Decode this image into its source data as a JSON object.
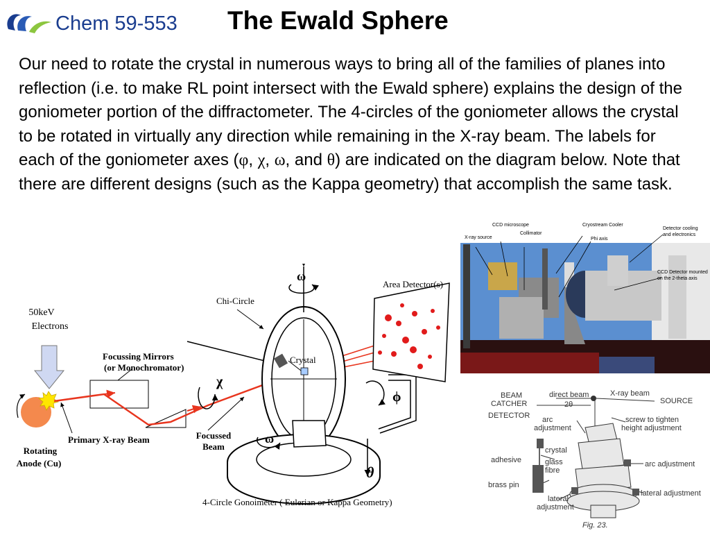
{
  "header": {
    "course": "Chem 59-553",
    "title": "The Ewald Sphere"
  },
  "body": {
    "part1": "Our need to rotate the crystal in numerous ways to bring all of the families of planes into reflection (i.e. to make RL point intersect with the Ewald sphere) explains the design of the goniometer portion of the diffractometer.  The 4-circles of the goniometer allows the crystal to be rotated in virtually any direction while remaining in the X-ray beam.  The labels for each of the goniometer axes (",
    "phi": "φ",
    "sep1": ", ",
    "chi": "χ",
    "sep2": ", ",
    "omega": "ω",
    "sep3": ", and ",
    "theta": "θ",
    "part2": ") are indicated on the diagram below.  Note that there are different designs (such as the Kappa geometry) that accomplish the same task."
  },
  "goniometer_diagram": {
    "electrons": [
      "50keV",
      "Electrons"
    ],
    "anode": [
      "Rotating",
      "Anode (Cu)"
    ],
    "primary_beam": "Primary X-ray Beam",
    "mirrors": [
      "Focussing Mirrors",
      "(or Monochromator)"
    ],
    "focussed_beam": [
      "Focussed",
      "Beam"
    ],
    "chi_circle": "Chi-Circle",
    "crystal": "Crystal",
    "area_detector": "Area Detector(s)",
    "symbol_omega_top": "ω",
    "symbol_chi": "χ",
    "symbol_phi": "ϕ",
    "symbol_omega_base": "ω",
    "symbol_theta": "θ",
    "caption": "4-Circle Gonoimeter ( Eulerian or Kappa Geometry)"
  },
  "photo_labels": {
    "ccd_microscope": "CCD microscope",
    "cryostream": "Cryostream Cooler",
    "detector_cooling": [
      "Detector cooling",
      "and electronics"
    ],
    "xray_source": "X-ray source",
    "collimator": "Collimator",
    "phi_axis": "Phi axis",
    "ccd_detector": [
      "CCD Detector mounted",
      "on the 2-theta axis"
    ]
  },
  "fig23": {
    "beam_catcher": [
      "BEAM",
      "CATCHER"
    ],
    "detector": "DETECTOR",
    "direct_beam": "direct beam",
    "two_theta": "2θ",
    "xray_beam": "X-ray beam",
    "source": "SOURCE",
    "arc_adjustment": [
      "arc",
      "adjustment"
    ],
    "screw": [
      "screw to tighten",
      "height adjustment"
    ],
    "crystal": "crystal",
    "adhesive": "adhesive",
    "glass_fibre": [
      "glass",
      "fibre"
    ],
    "arc_adjustment_right": "arc adjustment",
    "brass_pin": "brass pin",
    "lateral_adjustment": [
      "lateral",
      "adjustment"
    ],
    "lateral_adjustment_right": "lateral adjustment",
    "caption": "Fig. 23."
  },
  "colors": {
    "course_blue": "#1a3d8f",
    "beam_red": "#e8351e",
    "detector_spot_red": "#e11b1b",
    "photo_backdrop_blue": "#5b8fd0"
  }
}
